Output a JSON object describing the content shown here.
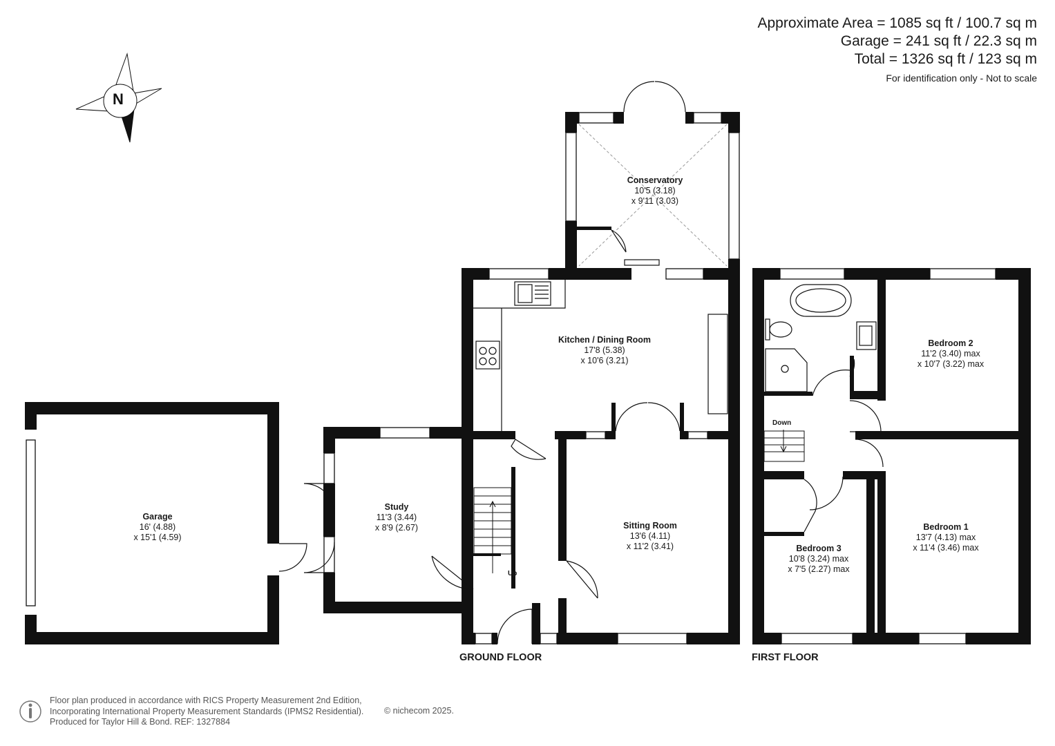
{
  "areas": {
    "approximate": "Approximate Area = 1085 sq ft / 100.7 sq m",
    "garage": "Garage = 241 sq ft / 22.3 sq m",
    "total": "Total = 1326 sq ft / 123 sq m",
    "note": "For identification only - Not to scale"
  },
  "compass": {
    "label": "N"
  },
  "rooms": {
    "conservatory": {
      "name": "Conservatory",
      "dim1": "10'5 (3.18)",
      "dim2": "x 9'11 (3.03)"
    },
    "kitchen": {
      "name": "Kitchen / Dining Room",
      "dim1": "17'8 (5.38)",
      "dim2": "x 10'6 (3.21)"
    },
    "garage": {
      "name": "Garage",
      "dim1": "16' (4.88)",
      "dim2": "x 15'1 (4.59)"
    },
    "study": {
      "name": "Study",
      "dim1": "11'3 (3.44)",
      "dim2": "x 8'9 (2.67)"
    },
    "sitting": {
      "name": "Sitting Room",
      "dim1": "13'6 (4.11)",
      "dim2": "x 11'2 (3.41)"
    },
    "bedroom2": {
      "name": "Bedroom 2",
      "dim1": "11'2 (3.40) max",
      "dim2": "x 10'7 (3.22) max"
    },
    "bedroom1": {
      "name": "Bedroom 1",
      "dim1": "13'7 (4.13) max",
      "dim2": "x 11'4 (3.46) max"
    },
    "bedroom3": {
      "name": "Bedroom 3",
      "dim1": "10'8 (3.24) max",
      "dim2": "x 7'5 (2.27) max"
    }
  },
  "stairs": {
    "up": "Up",
    "down": "Down"
  },
  "floors": {
    "ground": "GROUND FLOOR",
    "first": "FIRST FLOOR"
  },
  "footer": {
    "line1": "Floor plan produced in accordance with RICS Property Measurement 2nd Edition,",
    "line2": "Incorporating International Property Measurement Standards (IPMS2 Residential).",
    "line3": "Produced for Taylor Hill & Bond.   REF: 1327884",
    "copyright": "© nichecom 2025."
  },
  "colors": {
    "wall": "#111111",
    "text": "#1a1a1a",
    "footer": "#555555"
  }
}
